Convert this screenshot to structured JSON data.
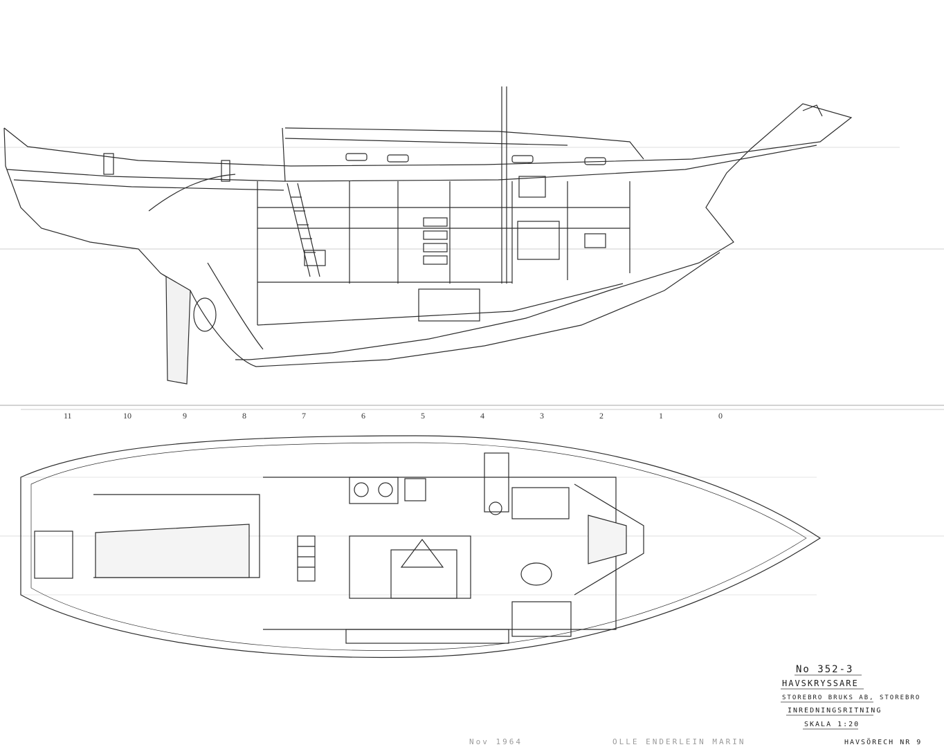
{
  "drawing": {
    "stations": [
      "11",
      "10",
      "9",
      "8",
      "7",
      "6",
      "5",
      "4",
      "3",
      "2",
      "1",
      "0"
    ]
  },
  "title_block": {
    "number": "No 352-3",
    "name": "HAVSKRYSSARE",
    "yard": "STOREBRO BRUKS AB, STOREBRO",
    "sheet": "INREDNINGSRITNING",
    "scale": "SKALA 1:20"
  },
  "footer": {
    "date": "Nov 1964",
    "designer": "OLLE ENDERLEIN MARIN",
    "note": "HAVSÖRECH NR 9"
  }
}
